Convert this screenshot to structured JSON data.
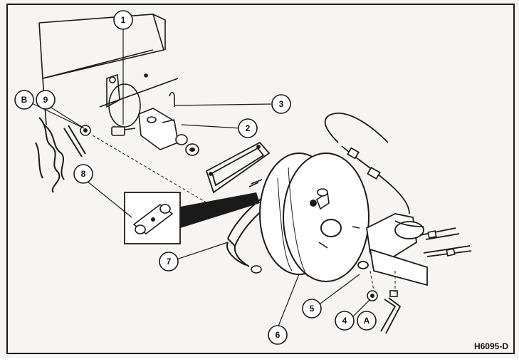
{
  "figure": {
    "id": "H6095-D",
    "callouts": [
      "1",
      "2",
      "3",
      "4",
      "5",
      "6",
      "7",
      "8",
      "9",
      "B",
      "A"
    ]
  },
  "colors": {
    "line": "#1a1a1a",
    "paper": "#f6f5f3",
    "shade": "#bdbdbd"
  }
}
